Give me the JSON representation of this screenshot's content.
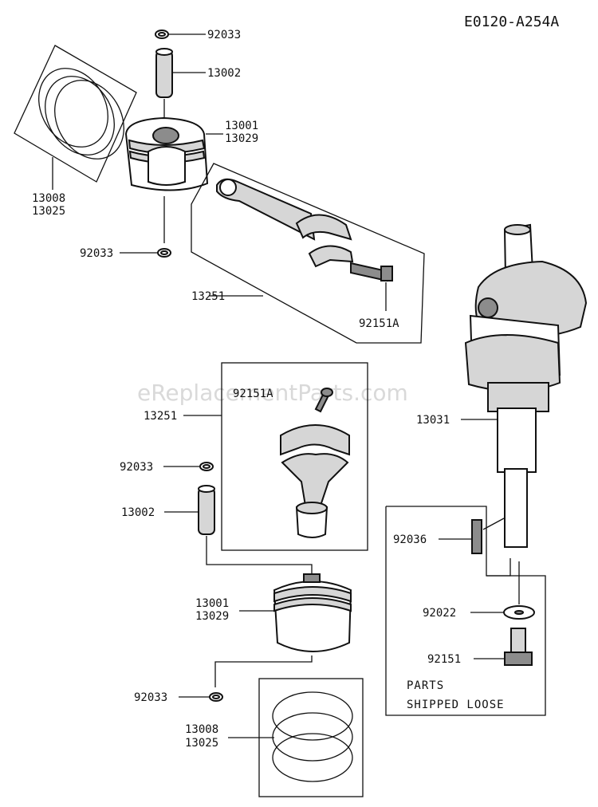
{
  "diagram_code": "E0120-A254A",
  "watermark": "eReplacementParts.com",
  "labels": {
    "p92033_top": "92033",
    "p13002_top": "13002",
    "p13001_top": "13001",
    "p13029_top": "13029",
    "p13008_top": "13008",
    "p13025_top": "13025",
    "p92033_mid": "92033",
    "p13251_top": "13251",
    "p92151A_top": "92151A",
    "p92151A_box": "92151A",
    "p13251_box": "13251",
    "p13031": "13031",
    "p92033_b1": "92033",
    "p13002_b": "13002",
    "p92036": "92036",
    "p13001_b": "13001",
    "p13029_b": "13029",
    "p92022": "92022",
    "p92151": "92151",
    "p92033_b2": "92033",
    "p13008_b": "13008",
    "p13025_b": "13025"
  },
  "note": {
    "line1": "PARTS",
    "line2": "SHIPPED LOOSE"
  }
}
